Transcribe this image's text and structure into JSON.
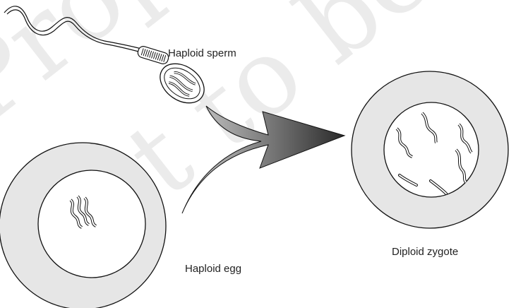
{
  "labels": {
    "sperm": "Haploid sperm",
    "egg": "Haploid egg",
    "zygote": "Diploid zygote"
  },
  "watermark": {
    "line1": "Property",
    "line2": "Not to be"
  },
  "colors": {
    "cytoplasm": "#e6e6e6",
    "nucleus": "#ffffff",
    "stroke": "#111111",
    "arrow_dark": "#2a2a2a",
    "arrow_light": "#d4d4d4",
    "watermark": "#dcdcdc"
  },
  "icons": {
    "sperm": "sperm-cell-icon",
    "egg": "egg-cell-icon",
    "zygote": "zygote-cell-icon",
    "arrow": "fertilization-arrow-icon"
  }
}
